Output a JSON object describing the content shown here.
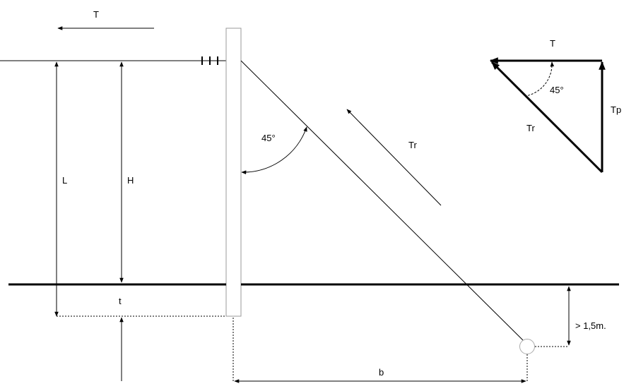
{
  "diagram": {
    "labels": {
      "tension_top": "T",
      "length_L": "L",
      "height_H": "H",
      "depth_t": "t",
      "angle_main": "45°",
      "guy_tension": "Tr",
      "distance_b": "b",
      "anchor_depth": "> 1,5m."
    },
    "force_triangle": {
      "horizontal": "T",
      "vertical": "Tp",
      "hypotenuse": "Tr",
      "angle": "45°"
    },
    "colors": {
      "line": "#000000",
      "pole_border": "#999999",
      "anchor_border": "#aaaaaa",
      "background": "#ffffff"
    }
  }
}
